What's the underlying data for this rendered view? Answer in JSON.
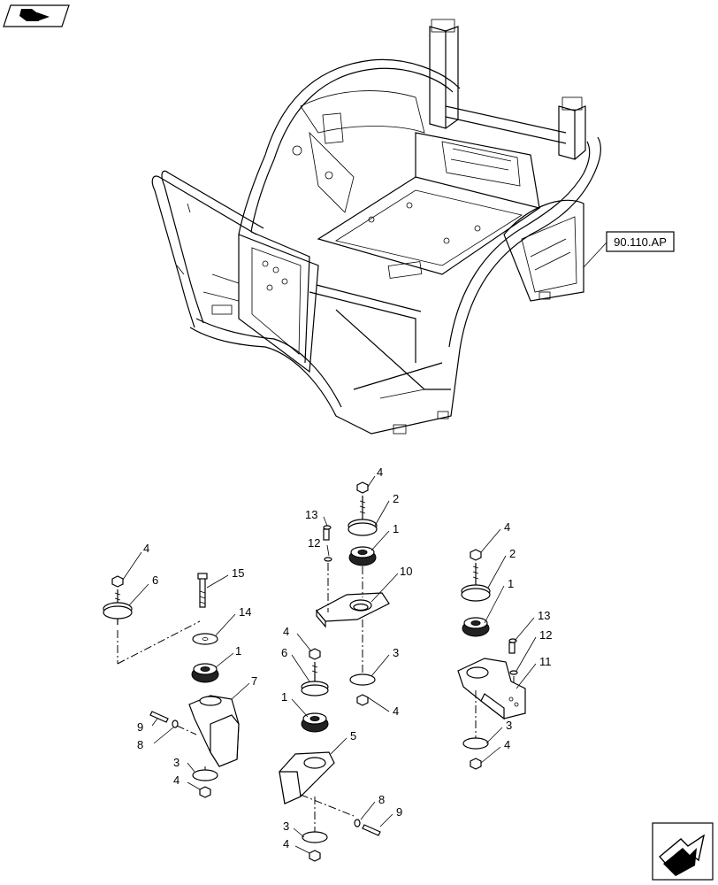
{
  "reference": {
    "text": "90.110.AP"
  },
  "callouts": [
    {
      "id": "c4a",
      "text": "4"
    },
    {
      "id": "c2a",
      "text": "2"
    },
    {
      "id": "c13a",
      "text": "13"
    },
    {
      "id": "c12a",
      "text": "12"
    },
    {
      "id": "c1a",
      "text": "1"
    },
    {
      "id": "c10",
      "text": "10"
    },
    {
      "id": "c4b",
      "text": "4"
    },
    {
      "id": "c6a",
      "text": "6"
    },
    {
      "id": "c15",
      "text": "15"
    },
    {
      "id": "c14",
      "text": "14"
    },
    {
      "id": "c1b",
      "text": "1"
    },
    {
      "id": "c7",
      "text": "7"
    },
    {
      "id": "c9a",
      "text": "9"
    },
    {
      "id": "c8a",
      "text": "8"
    },
    {
      "id": "c3a",
      "text": "3"
    },
    {
      "id": "c4c",
      "text": "4"
    },
    {
      "id": "c4d",
      "text": "4"
    },
    {
      "id": "c6b",
      "text": "6"
    },
    {
      "id": "c3b",
      "text": "3"
    },
    {
      "id": "c4e",
      "text": "4"
    },
    {
      "id": "c1c",
      "text": "1"
    },
    {
      "id": "c5",
      "text": "5"
    },
    {
      "id": "c8b",
      "text": "8"
    },
    {
      "id": "c9b",
      "text": "9"
    },
    {
      "id": "c3c",
      "text": "3"
    },
    {
      "id": "c4f",
      "text": "4"
    },
    {
      "id": "c4g",
      "text": "4"
    },
    {
      "id": "c2b",
      "text": "2"
    },
    {
      "id": "c1d",
      "text": "1"
    },
    {
      "id": "c13b",
      "text": "13"
    },
    {
      "id": "c12b",
      "text": "12"
    },
    {
      "id": "c11",
      "text": "11"
    },
    {
      "id": "c3d",
      "text": "3"
    },
    {
      "id": "c4h",
      "text": "4"
    }
  ],
  "icons": {
    "top_left": "arrow-book-icon",
    "bottom_right": "next-page-arrow-icon"
  },
  "colors": {
    "line": "#000000",
    "background": "#ffffff",
    "rubber": "#222222"
  }
}
